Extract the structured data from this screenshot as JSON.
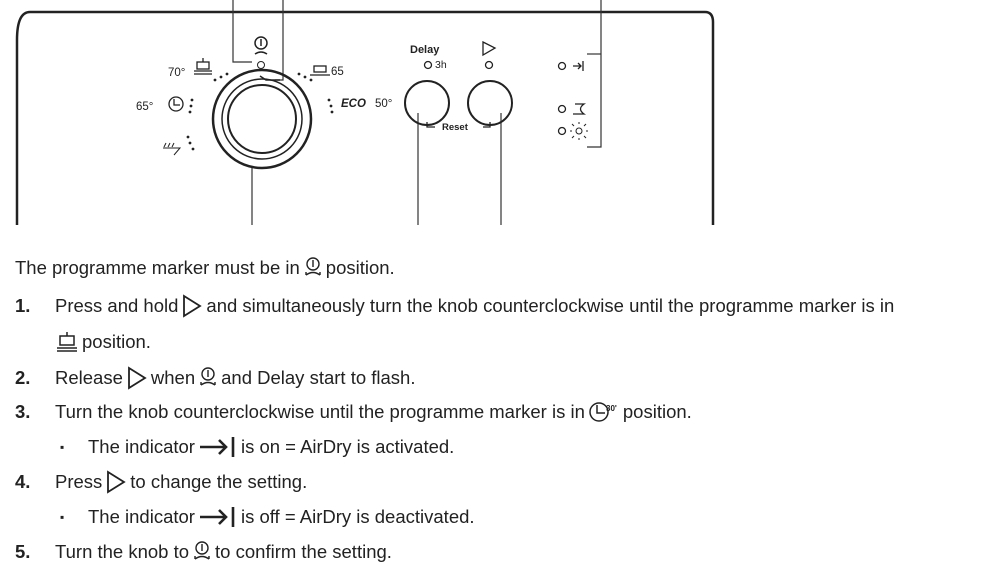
{
  "diagram": {
    "labels": {
      "temp_70": "70°",
      "temp_65_left": "65°",
      "temp_65_right": "65",
      "eco": "ECO",
      "eco_temp": "50°",
      "delay": "Delay",
      "delay_3h": "3h",
      "reset": "Reset"
    }
  },
  "instructions": {
    "intro_before": "The programme marker must be in",
    "intro_after": "position.",
    "steps": [
      {
        "number": "1.",
        "text_a": "Press and hold",
        "text_b": "and simultaneously turn the knob counterclockwise until the programme marker is in",
        "text_c": "position."
      },
      {
        "number": "2.",
        "text_a": "Release",
        "text_b": "when",
        "text_c": "and Delay start to flash."
      },
      {
        "number": "3.",
        "text_a": "Turn the knob counterclockwise until the programme marker is in",
        "text_b": "position.",
        "sub_a": "The indicator",
        "sub_b": "is on = AirDry is activated."
      },
      {
        "number": "4.",
        "text_a": "Press",
        "text_b": "to change the setting.",
        "sub_a": "The indicator",
        "sub_b": "is off = AirDry is deactivated."
      },
      {
        "number": "5.",
        "text_a": "Turn the knob to",
        "text_b": "to confirm the setting."
      }
    ],
    "bullet": "▪"
  }
}
